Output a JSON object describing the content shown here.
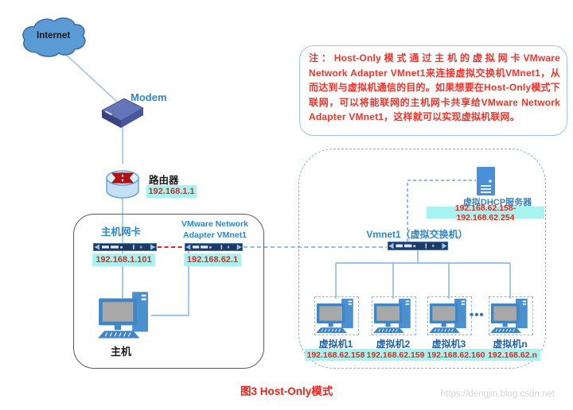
{
  "colors": {
    "label_blue": "#2e86c8",
    "vm_label_blue": "#1f63ad",
    "ip_red": "#e0291e",
    "note_red": "#f2342a",
    "badge_cyan": "#a8f3ef",
    "connector_blue": "#9dc3e6",
    "dashed_blue": "#6fa8dc",
    "dashed_red": "#ff1a1a",
    "icon_blue": "#3e86c6",
    "cloud_blue": "#5b9bd5",
    "caption_red": "#e8241c"
  },
  "internet": {
    "label": "Internet"
  },
  "modem": {
    "label": "Modem"
  },
  "router": {
    "label": "路由器",
    "ip": "192.168.1.1"
  },
  "host": {
    "box_label": "主机",
    "nic": {
      "label": "主机网卡",
      "ip": "192.168.1.101"
    },
    "vmnet_adapter": {
      "label": "VMware Network Adapter VMnet1",
      "ip": "192.168.62.1"
    }
  },
  "note": {
    "text": "注：Host-Only模式通过主机的虚拟网卡VMware Network Adapter VMnet1来连接虚拟交换机VMnet1，从而达到与虚拟机通信的目的。如果想要在Host-Only模式下联网，可以将能联网的主机网卡共享给VMware Network Adapter VMnet1，这样就可以实现虚拟机联网。"
  },
  "virtual_network": {
    "dhcp_server": {
      "label": "虚拟DHCP服务器",
      "ip_range": "192.168.62.158-192.168.62.254"
    },
    "switch": {
      "label": "Vmnet1（虚拟交换机）"
    },
    "ellipsis": "•••",
    "vms": [
      {
        "label": "虚拟机1",
        "ip": "192.168.62.158"
      },
      {
        "label": "虚拟机2",
        "ip": "192.168.62.159"
      },
      {
        "label": "虚拟机3",
        "ip": "192.168.62.160"
      },
      {
        "label": "虚拟机n",
        "ip": "192.168.62.n"
      }
    ]
  },
  "caption": "图3  Host-Only模式",
  "watermark": "https://dengjin.blog.csdn.net"
}
